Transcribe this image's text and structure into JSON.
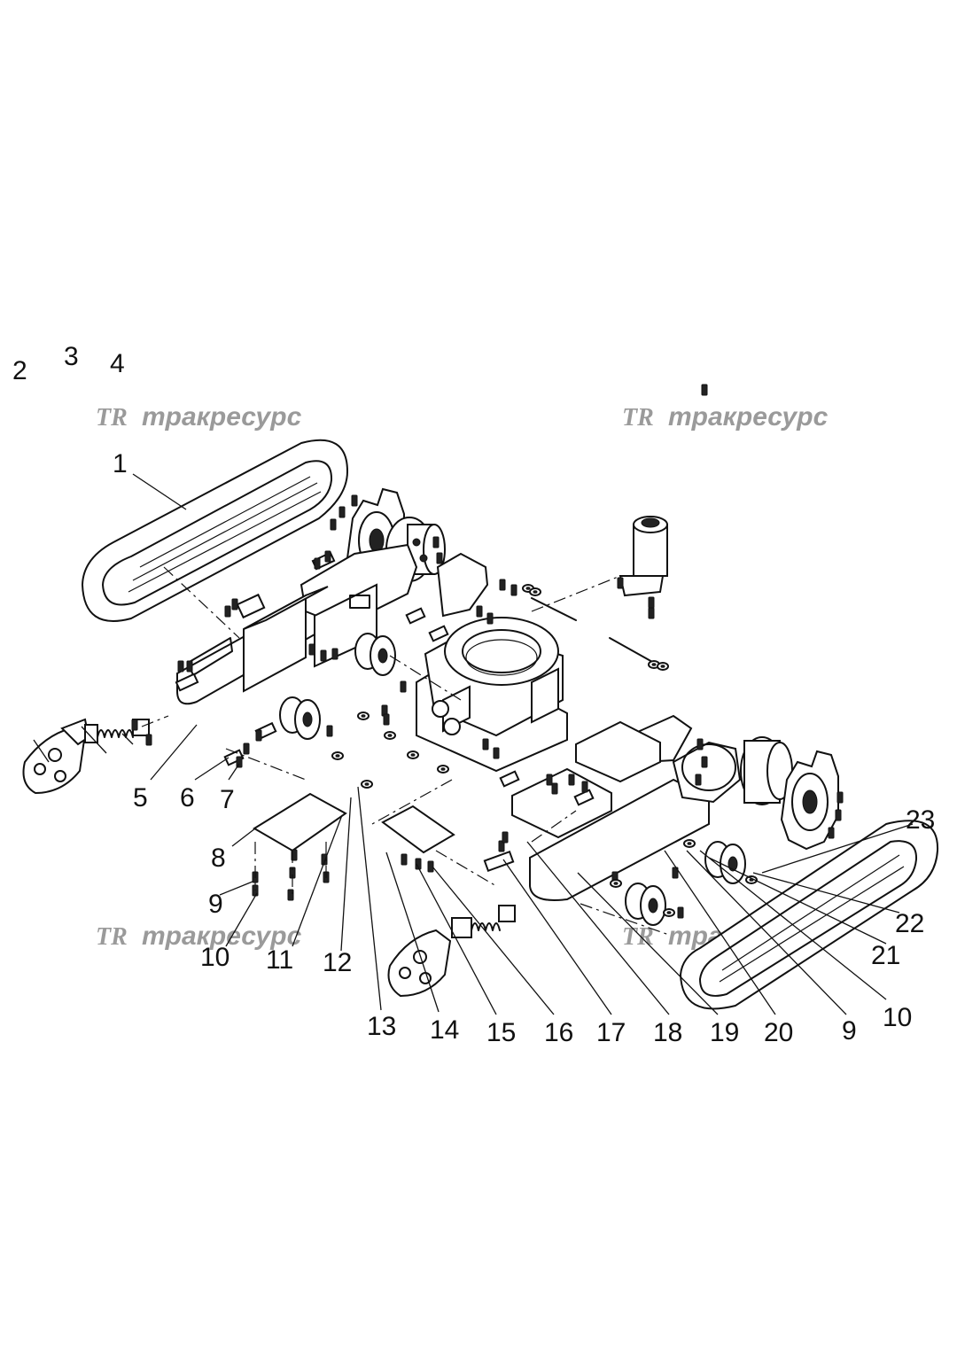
{
  "watermark": {
    "logo": "TR",
    "text": "тракресурс"
  },
  "callouts": [
    {
      "id": "c1",
      "label": "1"
    },
    {
      "id": "c2",
      "label": "2"
    },
    {
      "id": "c3",
      "label": "3"
    },
    {
      "id": "c4",
      "label": "4"
    },
    {
      "id": "c5",
      "label": "5"
    },
    {
      "id": "c6",
      "label": "6"
    },
    {
      "id": "c7",
      "label": "7"
    },
    {
      "id": "c8",
      "label": "8"
    },
    {
      "id": "c9a",
      "label": "9"
    },
    {
      "id": "c10a",
      "label": "10"
    },
    {
      "id": "c11",
      "label": "11"
    },
    {
      "id": "c12",
      "label": "12"
    },
    {
      "id": "c13",
      "label": "13"
    },
    {
      "id": "c14",
      "label": "14"
    },
    {
      "id": "c15",
      "label": "15"
    },
    {
      "id": "c16",
      "label": "16"
    },
    {
      "id": "c17",
      "label": "17"
    },
    {
      "id": "c18",
      "label": "18"
    },
    {
      "id": "c19",
      "label": "19"
    },
    {
      "id": "c20",
      "label": "20"
    },
    {
      "id": "c9b",
      "label": "9"
    },
    {
      "id": "c10b",
      "label": "10"
    },
    {
      "id": "c21",
      "label": "21"
    },
    {
      "id": "c22",
      "label": "22"
    },
    {
      "id": "c23",
      "label": "23"
    }
  ]
}
